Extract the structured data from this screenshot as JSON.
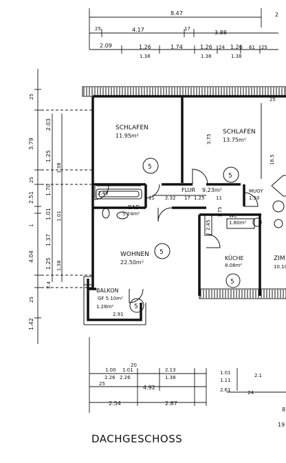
{
  "title": "DACHGESCHOSS",
  "rooms": [
    {
      "id": "schlafen-1",
      "name": "SCHLAFEN",
      "area": "11.95m²",
      "badge": "5"
    },
    {
      "id": "schlafen-2",
      "name": "SCHLAFEN",
      "area": "13.75m²",
      "badge": "5"
    },
    {
      "id": "flur",
      "name": "FLUR",
      "area": "9.23m²"
    },
    {
      "id": "bad",
      "name": "BAD",
      "area": "5.24m²"
    },
    {
      "id": "wohnen",
      "name": "WOHNEN",
      "area": "22.50m²",
      "badge": "5"
    },
    {
      "id": "kueche",
      "name": "KÜCHE",
      "area": "8.08m²",
      "badge": "5"
    },
    {
      "id": "balkon",
      "name": "BALKON",
      "area_gf": "GF 5.10m²",
      "area_half": "1.28m²",
      "width": "2.91",
      "badge": "5"
    },
    {
      "id": "wc",
      "name": "WC",
      "area": "1.80m²"
    },
    {
      "id": "mugy",
      "name": "MUGY",
      "area": "1.50"
    },
    {
      "id": "zimmer",
      "name": "ZIM",
      "area": "10.10"
    }
  ],
  "top_dimensions": {
    "row1": [
      "8.47"
    ],
    "row2": [
      "25",
      "4.17",
      "17",
      "3.88"
    ],
    "row3": [
      "2.09",
      "1.26",
      "1.74",
      "1.26",
      "24",
      "1.26",
      "61",
      "25"
    ],
    "row3_sub": [
      "1.38",
      "1.38",
      "1.38"
    ]
  },
  "left_dimensions": {
    "outer": [
      "25",
      "3.79",
      "25",
      "2.51",
      "1",
      "4.04",
      "25",
      "1.42"
    ],
    "middle": [
      "2.03",
      "1.25",
      "1.70",
      "1.01",
      "1.37",
      "1.25",
      "2.4"
    ],
    "inner": [
      "1.38",
      "1.01",
      "1.38"
    ]
  },
  "inner_dimensions": [
    "2.48",
    "2.32",
    "17",
    "1.25",
    "11",
    "2.45",
    "11",
    "1.75"
  ],
  "bottom_dimensions": {
    "row1": [
      "1.00",
      "1.01",
      "20",
      "2.13",
      "1.01",
      "2.1"
    ],
    "row2": [
      "2.26",
      "2.26",
      "1.38",
      "1.11"
    ],
    "row3": [
      "25",
      "4.92",
      "2.61",
      "24"
    ],
    "row4": [
      "2.54",
      "2.87",
      "8"
    ],
    "row5": [
      "19"
    ]
  },
  "right_labels": [
    "2",
    "25",
    "16.5"
  ]
}
